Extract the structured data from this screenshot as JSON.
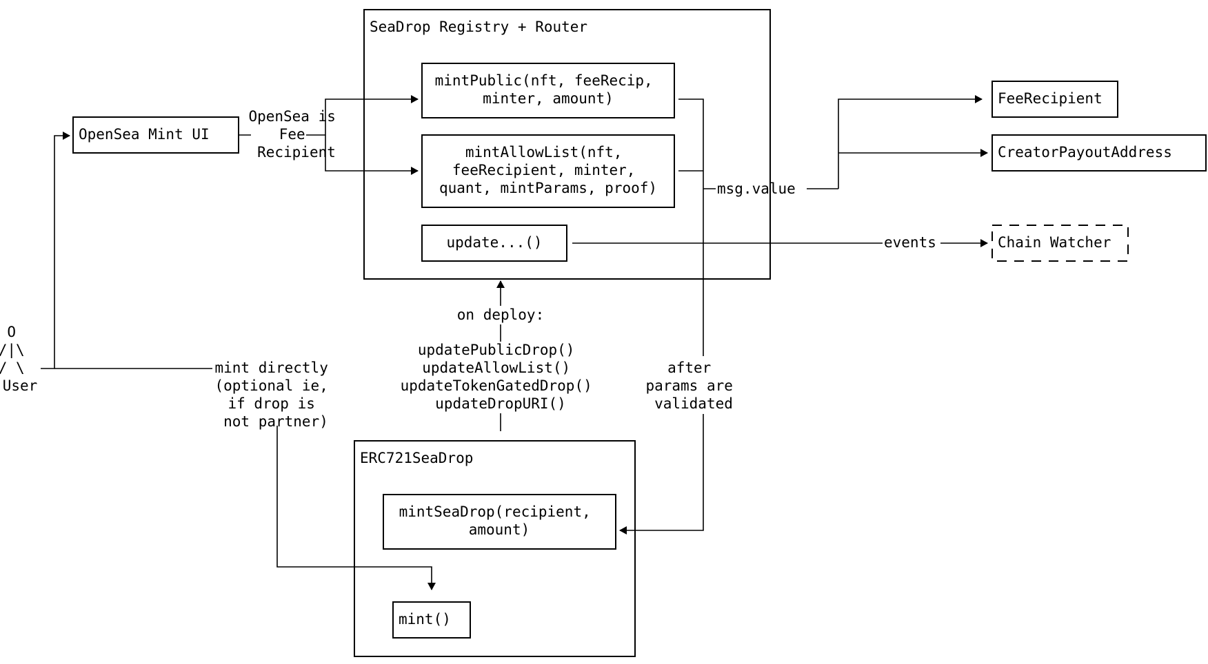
{
  "nodes": {
    "registry": {
      "title": "SeaDrop Registry + Router"
    },
    "mint_public": {
      "lines": [
        "mintPublic(nft, feeRecip,",
        "minter, amount)"
      ]
    },
    "mint_allow_list": {
      "lines": [
        "mintAllowList(nft,",
        "feeRecipient, minter,",
        "quant, mintParams, proof)"
      ]
    },
    "update": {
      "label": "update...()"
    },
    "opensea_mint_ui": {
      "label": "OpenSea Mint UI"
    },
    "fee_recipient": {
      "label": "FeeRecipient"
    },
    "creator_payout": {
      "label": "CreatorPayoutAddress"
    },
    "chain_watcher": {
      "label": "Chain Watcher"
    },
    "erc721_seadrop": {
      "title": "ERC721SeaDrop"
    },
    "mint_seadrop": {
      "lines": [
        "mintSeaDrop(recipient,",
        "amount)"
      ]
    },
    "mint": {
      "label": "mint()"
    },
    "user": {
      "lines": [
        "O",
        "/|\\",
        "/ \\",
        "User"
      ]
    }
  },
  "edge_labels": {
    "fee_recipient_note": [
      "OpenSea is",
      "Fee",
      "Recipient"
    ],
    "msg_value": "msg.value",
    "events": "events",
    "on_deploy": "on deploy:",
    "deploy_calls": [
      "updatePublicDrop()",
      "updateAllowList()",
      "updateTokenGatedDrop()",
      "updateDropURI()"
    ],
    "after_validated": [
      "after",
      "params are",
      "validated"
    ],
    "mint_directly": [
      "mint directly",
      "(optional ie,",
      "if drop is",
      "not partner)"
    ]
  }
}
